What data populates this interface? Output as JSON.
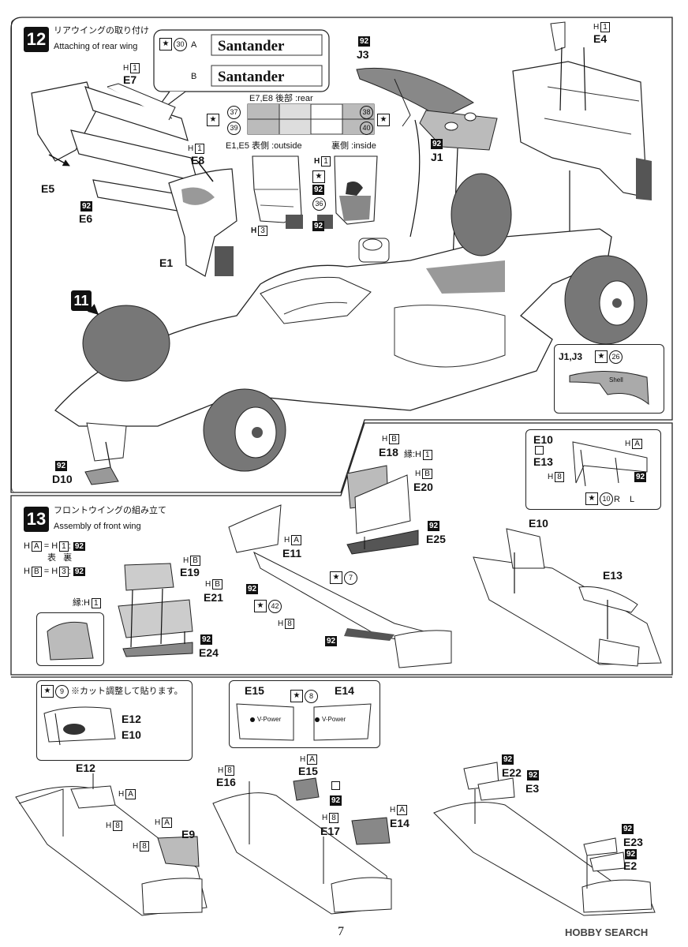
{
  "page_number": "7",
  "watermark": "HOBBY SEARCH",
  "step12": {
    "number": "12",
    "title_jp": "リアウイングの取り付け",
    "title_en": "Attaching of rear wing",
    "arrow_step_number": "11",
    "decal_box": {
      "star": "★",
      "decal_no": "30",
      "option_a": "A",
      "option_b": "B",
      "sponsor_a": "Santander",
      "sponsor_b": "Santander"
    },
    "e7e8_note": "E7,E8 後部 :rear",
    "e1e5_note_outside": "E1,E5 表側 :outside",
    "e1e5_note_inside": "裏側 :inside",
    "decal_numbers": [
      "37",
      "38",
      "39",
      "40",
      "36"
    ],
    "parts": {
      "E7": "E7",
      "E8": "E8",
      "E5": "E5",
      "E6": "E6",
      "E1": "E1",
      "E4": "E4",
      "J1": "J1",
      "J3": "J3",
      "D10": "D10"
    },
    "h1": "H",
    "h1_box": "1",
    "h3": "H",
    "h3_box": "3",
    "paint92": "92",
    "j_callout": {
      "label": "J1,J3",
      "decal_no": "26",
      "brand": "Shell"
    }
  },
  "step13": {
    "number": "13",
    "title_jp": "フロントウイングの組み立て",
    "title_en": "Assembly of front wing",
    "legend": [
      {
        "left": "H",
        "left_box": "A",
        "eq": "=",
        "right": "H",
        "right_box": "1",
        "colon": ":",
        "paint": "92"
      },
      {
        "left": "H",
        "left_box": "B",
        "eq": "=",
        "right": "H",
        "right_box": "3",
        "colon": ":",
        "paint": "92"
      }
    ],
    "omote": "表",
    "ura": "裏",
    "edge_label": "縁:H",
    "edge_box": "1",
    "parts": {
      "E19": "E19",
      "E21": "E21",
      "E24": "E24",
      "E11": "E11",
      "E18": "E18",
      "E20": "E20",
      "E25": "E25",
      "E10": "E10",
      "E13": "E13"
    },
    "decal_7": "7",
    "decal_42": "42",
    "decal_10": "10",
    "r_label": "R",
    "l_label": "L",
    "h8": "H",
    "h8_box": "8",
    "hA_box": "A",
    "hB_box": "B"
  },
  "step14": {
    "note_decal": "9",
    "note_text": "※カット調整して貼ります。",
    "parts": {
      "E12": "E12",
      "E10": "E10",
      "E9": "E9",
      "E15": "E15",
      "E14": "E14",
      "E16": "E16",
      "E17": "E17",
      "E22": "E22",
      "E3": "E3",
      "E23": "E23",
      "E2": "E2"
    },
    "decal_8": "8",
    "vpower": "V-Power"
  }
}
